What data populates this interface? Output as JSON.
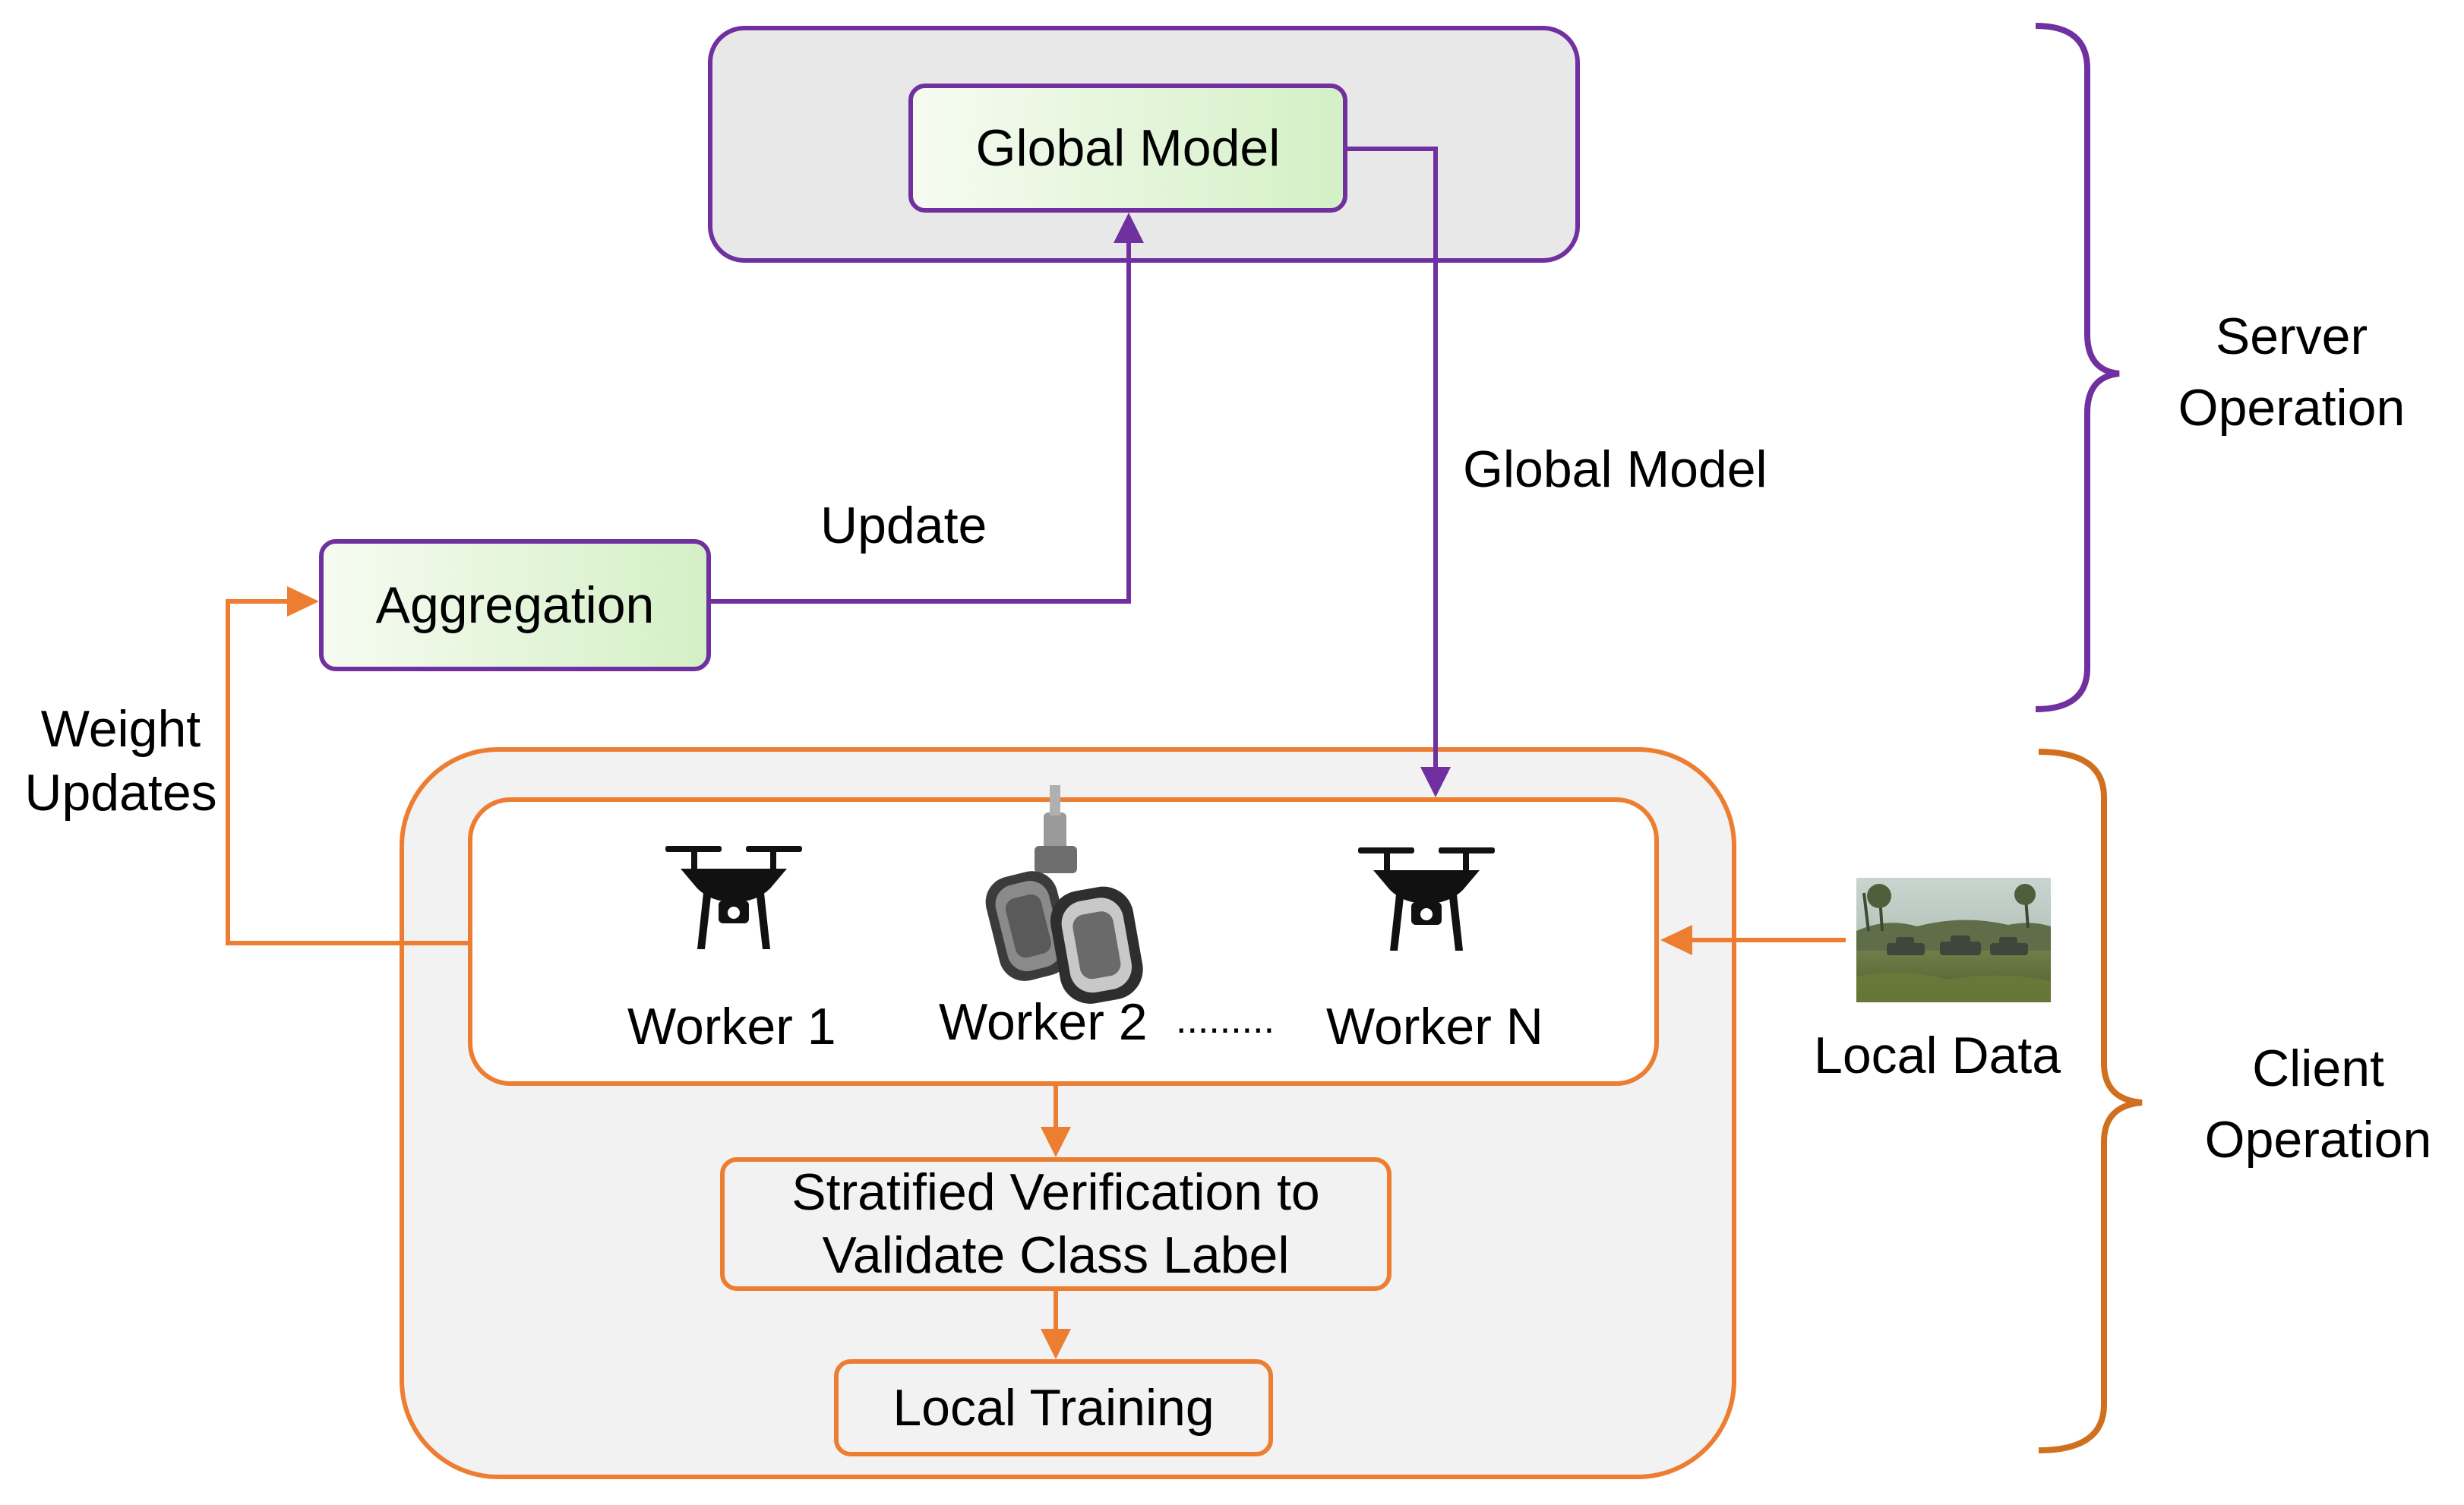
{
  "colors": {
    "server_accent": "#7030a0",
    "client_accent": "#ed7d31",
    "server_panel_fill": "#e8e8e8",
    "client_panel_fill": "#f2f2f2",
    "model_box_fill": "#dff3d4",
    "client_brace": "#d0701f"
  },
  "server": {
    "global_model_box": "Global Model",
    "aggregation_box": "Aggregation",
    "update_label": "Update",
    "global_model_label": "Global Model",
    "brace_label_line1": "Server",
    "brace_label_line2": "Operation"
  },
  "client": {
    "weight_updates_line1": "Weight",
    "weight_updates_line2": "Updates",
    "workers": [
      {
        "label": "Worker 1",
        "icon": "drone-icon"
      },
      {
        "label": "Worker 2",
        "icon": "ground-robot-icon"
      },
      {
        "label": "Worker N",
        "icon": "drone-icon"
      }
    ],
    "workers_ellipsis": ".........",
    "verification_line1": "Stratified Verification to",
    "verification_line2": "Validate Class Label",
    "local_training": "Local Training",
    "local_data_label": "Local Data",
    "local_data_image": "battlefield-tanks-photo",
    "brace_label_line1": "Client",
    "brace_label_line2": "Operation"
  }
}
